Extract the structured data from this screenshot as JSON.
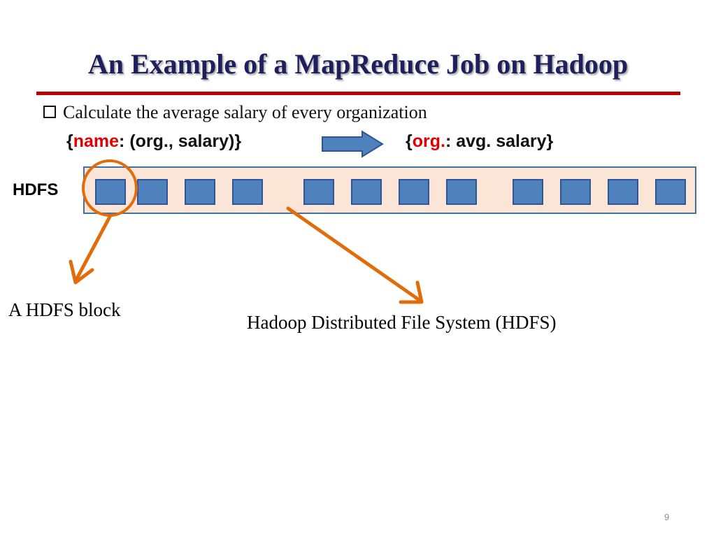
{
  "slide": {
    "title": "An Example of  a MapReduce Job on Hadoop",
    "bullet": "Calculate the average salary of  every organization",
    "input_kv": {
      "open": "{",
      "key": "name",
      "rest": ":  (org., salary)}"
    },
    "output_kv": {
      "open": "{",
      "key": "org.",
      "rest": ":  avg. salary}"
    },
    "hdfs_label": "HDFS",
    "block_caption": "A HDFS block",
    "hdfs_caption": "Hadoop Distributed File System (HDFS)",
    "page_number": "9"
  },
  "colors": {
    "title": "#1f1f5e",
    "rule": "#c00000",
    "key_highlight": "#e00000",
    "block_fill": "#4f81bd",
    "bar_fill": "#fbe5d6",
    "callout": "#e36c0a"
  },
  "hdfs_blocks": {
    "count": 12,
    "groups": [
      4,
      4,
      4
    ]
  }
}
